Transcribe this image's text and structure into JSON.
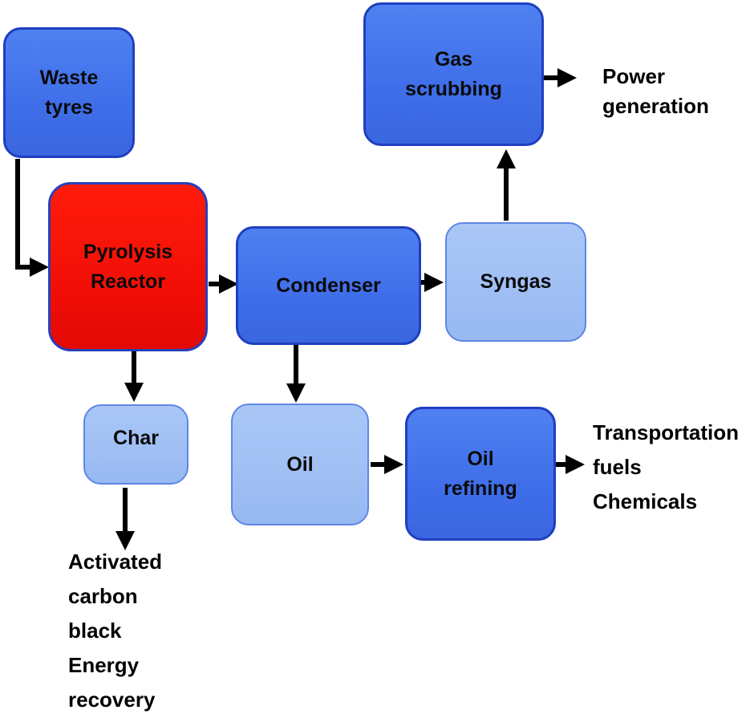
{
  "nodes": {
    "waste_tyres": [
      "Waste",
      "tyres"
    ],
    "pyrolysis_reactor": [
      "Pyrolysis",
      "Reactor"
    ],
    "condenser": "Condenser",
    "syngas": "Syngas",
    "gas_scrubbing": [
      "Gas",
      "scrubbing"
    ],
    "char": "Char",
    "oil": "Oil",
    "oil_refining": [
      "Oil",
      "refining"
    ]
  },
  "outputs": {
    "power_generation": [
      "Power",
      "generation"
    ],
    "transportation": [
      "Transportation",
      "fuels",
      "Chemicals"
    ],
    "char_products": [
      "Activated",
      "carbon",
      "black",
      "Energy",
      "recovery"
    ]
  },
  "colors": {
    "primary_box": "#4675ec",
    "secondary_box": "#a3c2f5",
    "reactor_box": "#f5100a",
    "arrow": "#000000"
  }
}
